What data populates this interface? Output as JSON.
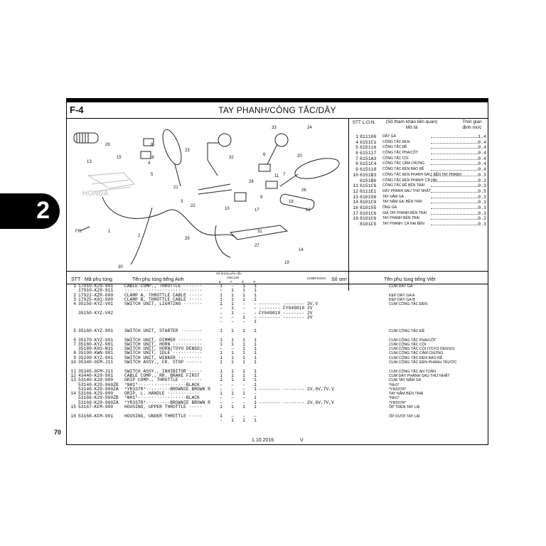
{
  "section_tab": "2",
  "page_number": "70",
  "code": "F-4",
  "title": "TAY PHANH/CÔNG TẮC/DÂY",
  "diagram": {
    "figure_code": "K29BF0400A",
    "brand": "HONDA",
    "front_marker": "FR.",
    "callouts": [
      "13",
      "29",
      "8",
      "15",
      "16",
      "4",
      "5",
      "23",
      "32",
      "33",
      "24",
      "6",
      "20",
      "28",
      "9",
      "7",
      "21",
      "22",
      "3",
      "10",
      "18",
      "26",
      "12",
      "2",
      "1",
      "11",
      "17",
      "25",
      "31",
      "30",
      "19",
      "14",
      "27"
    ]
  },
  "legend": {
    "headers": {
      "stt": "STT",
      "lon": "L.O.N.",
      "ref": "(Số tham khảo liên quan)",
      "desc": "Mô tả",
      "time": "Thời gian",
      "rate": "định mức"
    },
    "rows": [
      {
        "stt": "1",
        "lon": "811100",
        "desc": "DÂY GA",
        "value": "1.4"
      },
      {
        "stt": "4",
        "lon": "6151C1",
        "desc": "CÔNG TẮC ĐÈN",
        "value": "0.4"
      },
      {
        "stt": "5",
        "lon": "615116",
        "desc": "CÔNG TẮC ĐỀ",
        "value": "0.4"
      },
      {
        "stt": "6",
        "lon": "615117",
        "desc": "CÔNG TẮC PHA/CỐT",
        "value": "0.4"
      },
      {
        "stt": "7",
        "lon": "6151A3",
        "desc": "CÔNG TẮC CÒI",
        "value": "0.4"
      },
      {
        "stt": "8",
        "lon": "6151C4",
        "desc": "CÔNG TẮC CẦM CHỪNG",
        "value": "0.4"
      },
      {
        "stt": "9",
        "lon": "615118",
        "desc": "CÔNG TẮC ĐÈN BÁO RẼ",
        "value": "0.4"
      },
      {
        "stt": "10",
        "lon": "6151B3",
        "desc": "CÔNG TẮC ĐÈN PHANH SAU: BÊN TAY PHANH",
        "value": "0.3"
      },
      {
        "stt": "",
        "lon": "6151B6",
        "desc": "CÔNG TẮC ĐÈN PHANH: CẢ HAI",
        "value": "0.3"
      },
      {
        "stt": "11",
        "lon": "6151C6",
        "desc": "CÔNG TẮC ĐỀ BÊN TRÁI",
        "value": "0.3"
      },
      {
        "stt": "12",
        "lon": "8111E1",
        "desc": "DÂY PHANH SAU THỨ NHẤT",
        "value": "0.5"
      },
      {
        "stt": "13",
        "lon": "810150",
        "desc": "TAY NẮM GA",
        "value": "0.3"
      },
      {
        "stt": "14",
        "lon": "8101C0",
        "desc": "TAY NẮM GA: BÊN TRÁI",
        "value": "0.1"
      },
      {
        "stt": "16",
        "lon": "810155",
        "desc": "ỐNG GA",
        "value": "0.3"
      },
      {
        "stt": "17",
        "lon": "8101C6",
        "desc": "GIÁ TAY PHANH BÊN TRÁI",
        "value": "0.3"
      },
      {
        "stt": "19",
        "lon": "8101C6",
        "desc": "TAY PHANH BÊN TRÁI",
        "value": "0.2"
      },
      {
        "stt": "",
        "lon": "8101F5",
        "desc": "TAY PHANH: CẢ HAI BÊN",
        "value": "0.3"
      }
    ]
  },
  "table": {
    "headers": {
      "stt": "STT",
      "part_no": "Mã phụ tùng",
      "name_en": "Tên phụ tùng tiếng Anh",
      "qty": "Số lượng yêu cầu",
      "model": "ANC125",
      "e": "E",
      "f": "F",
      "g": "G",
      "h": "H",
      "serial": "Số seri",
      "name_vn": "Tên phụ tùng tiếng Việt"
    },
    "rows": [
      {
        "stt": "1",
        "no": "17910-K29-901",
        "name": "CABLE COMP., THROTTLE ·······",
        "e": "1",
        "f": "–",
        "g": "1",
        "h": "1",
        "ser": "",
        "vn": "CUM DÂY GA"
      },
      {
        "stt": "",
        "no": "17910-K29-911",
        "name": "·····························",
        "e": "–",
        "f": "1",
        "g": "1",
        "h": "1",
        "ser": "",
        "vn": ""
      },
      {
        "stt": "2",
        "no": "17922-KZR-600",
        "name": "CLAMP A, THROTTLE CABLE ·····",
        "e": "1",
        "f": "1",
        "g": "1",
        "h": "1",
        "ser": "",
        "vn": "KẸP DÂY GA A"
      },
      {
        "stt": "3",
        "no": "17925-K01-900",
        "name": "CLAMP B, THROTTLE CABLE ·····",
        "e": "1",
        "f": "1",
        "g": "1",
        "h": "1",
        "ser": "",
        "vn": "KẸP DÂY GA B"
      },
      {
        "stt": "4",
        "no": "35150-KYZ-V01",
        "name": "SWITCH UNIT, LIGHTING ·······",
        "e": "1",
        "f": "1",
        "g": "–",
        "h": "–",
        "ser": "-------- -------- 3V,V",
        "vn": "CUM CÔNG TẮC ĐÈN"
      },
      {
        "stt": "",
        "no": "",
        "name": "",
        "e": "–",
        "f": "1",
        "g": "–",
        "h": "–",
        "ser": "-------- FY049818 2V",
        "vn": ""
      },
      {
        "stt": "",
        "no": "35150-KYZ-V02",
        "name": "",
        "e": "–",
        "f": "1",
        "g": "–",
        "h": "–",
        "ser": "FY049819 -------- 2V",
        "vn": ""
      },
      {
        "stt": "",
        "no": "",
        "name": "",
        "e": "–",
        "f": "–",
        "g": "1",
        "h": "–",
        "ser": "-------- -------- 2V",
        "vn": ""
      },
      {
        "stt": "",
        "no": "",
        "name": "",
        "e": "–",
        "f": "–",
        "g": "–",
        "h": "1",
        "ser": "",
        "vn": ""
      },
      {
        "stt": "",
        "no": "",
        "name": "",
        "e": "",
        "f": "",
        "g": "",
        "h": "",
        "ser": "",
        "vn": ""
      },
      {
        "stt": "5",
        "no": "35160-KYZ-901",
        "name": "SWITCH UNIT, STARTER ········",
        "e": "1",
        "f": "1",
        "g": "1",
        "h": "1",
        "ser": "",
        "vn": "CUM CÔNG TẮC ĐỀ"
      },
      {
        "stt": "",
        "no": "",
        "name": "",
        "e": "",
        "f": "",
        "g": "",
        "h": "",
        "ser": "",
        "vn": ""
      },
      {
        "stt": "6",
        "no": "35170-KYZ-901",
        "name": "SWITCH UNIT, DIMMER ·········",
        "e": "1",
        "f": "1",
        "g": "1",
        "h": "1",
        "ser": "",
        "vn": "CUM CÔNG TẮC PHA/CỐT"
      },
      {
        "stt": "7",
        "no": "35180-KYZ-901",
        "name": "SWITCH UNIT, HORN ···········",
        "e": "1",
        "f": "1",
        "g": "1",
        "h": "1",
        "ser": "",
        "vn": "CUM CÔNG TẮC CÒI"
      },
      {
        "stt": "",
        "no": "35180-K03-N31",
        "name": "SWITCH UNIT, HORN(TOYO DENSO)",
        "e": "–",
        "f": "–",
        "g": "1",
        "h": "1",
        "ser": "",
        "vn": "CUM CÔNG TẮC CÒI (TOYO DENSO)"
      },
      {
        "stt": "8",
        "no": "35190-KWN-901",
        "name": "SWITCH UNIT, IDLE ···········",
        "e": "1",
        "f": "1",
        "g": "1",
        "h": "1",
        "ser": "",
        "vn": "CUM CÔNG TẮC CẦM CHỪNG"
      },
      {
        "stt": "9",
        "no": "35200-KYZ-901",
        "name": "SWITCH UNIT, WINKER ·········",
        "e": "1",
        "f": "1",
        "g": "1",
        "h": "1",
        "ser": "",
        "vn": "CUM CÔNG TẮC ĐÈN BÁO RẼ"
      },
      {
        "stt": "10",
        "no": "35340-GFM-J11",
        "name": "SWITCH ASSY., FR. STOP ······",
        "e": "1",
        "f": "1",
        "g": "1",
        "h": "1",
        "ser": "",
        "vn": "CUM CÔNG TẮC ĐÈN PHANH TRƯỚC"
      },
      {
        "stt": "",
        "no": "",
        "name": "",
        "e": "",
        "f": "",
        "g": "",
        "h": "",
        "ser": "",
        "vn": ""
      },
      {
        "stt": "11",
        "no": "35345-GFM-J11",
        "name": "SWITCH ASSY., INHIBITOR ·····",
        "e": "1",
        "f": "1",
        "g": "1",
        "h": "1",
        "ser": "",
        "vn": "CUM CÔNG TẮC AN TOÀN"
      },
      {
        "stt": "12",
        "no": "43440-K29-901",
        "name": "CABLE COMP., RR. BRAKE FIRST",
        "e": "1",
        "f": "1",
        "g": "1",
        "h": "1",
        "ser": "",
        "vn": "CUM DÂY PHANH SAU THỨ NHẤT"
      },
      {
        "stt": "13",
        "no": "53140-K29-900",
        "name": "GRIP COMP., THROTTLE ········",
        "e": "1",
        "f": "1",
        "g": "1",
        "h": "1",
        "ser": "",
        "vn": "CUM TAY NẮM GA"
      },
      {
        "stt": "",
        "no": "53140-K29-960ZB",
        "name": "*NH1*··················BLACK",
        "e": "–",
        "f": "–",
        "g": "–",
        "h": "1",
        "ser": "",
        "vn": "*NH1*"
      },
      {
        "stt": "",
        "no": "53140-K29-960ZA",
        "name": "*YR337R*·········BROWNIE BROWN R",
        "e": "–",
        "f": "–",
        "g": "–",
        "h": "1",
        "ser": "-------- -------- 2V,6V,7V,V",
        "vn": "*YR337R*"
      },
      {
        "stt": "14",
        "no": "53166-K29-900",
        "name": "GRIP, L. HANDLE ············",
        "e": "1",
        "f": "1",
        "g": "1",
        "h": "–",
        "ser": "",
        "vn": "TAY NẮM BÊN TRÁI"
      },
      {
        "stt": "",
        "no": "53166-K29-960ZB",
        "name": "*NH1*··················BLACK",
        "e": "–",
        "f": "–",
        "g": "–",
        "h": "1",
        "ser": "",
        "vn": "*NH1*"
      },
      {
        "stt": "",
        "no": "53166-K29-960ZA",
        "name": "*YR337R*·········BROWNIE BROWN R",
        "e": "–",
        "f": "–",
        "g": "–",
        "h": "1",
        "ser": "-------- -------- 2V,6V,7V,V",
        "vn": "*YR337R*"
      },
      {
        "stt": "15",
        "no": "53167-KFM-900",
        "name": "HOUSING, UPPER THROTTLE ·····",
        "e": "1",
        "f": "1",
        "g": "1",
        "h": "1",
        "ser": "",
        "vn": "ỐP TRÊN TAY LÁI"
      },
      {
        "stt": "",
        "no": "",
        "name": "",
        "e": "",
        "f": "",
        "g": "",
        "h": "",
        "ser": "",
        "vn": ""
      },
      {
        "stt": "16",
        "no": "53168-KFM-901",
        "name": "HOUSING, UNDER THROTTLE ·····",
        "e": "1",
        "f": "–",
        "g": "–",
        "h": "–",
        "ser": "",
        "vn": "ỐP DƯỚI TAY LÁI"
      },
      {
        "stt": "",
        "no": "",
        "name": "",
        "e": "–",
        "f": "1",
        "g": "1",
        "h": "1",
        "ser": "",
        "vn": ""
      }
    ]
  },
  "footer": {
    "date": "1.10.2016",
    "mark": "V"
  }
}
